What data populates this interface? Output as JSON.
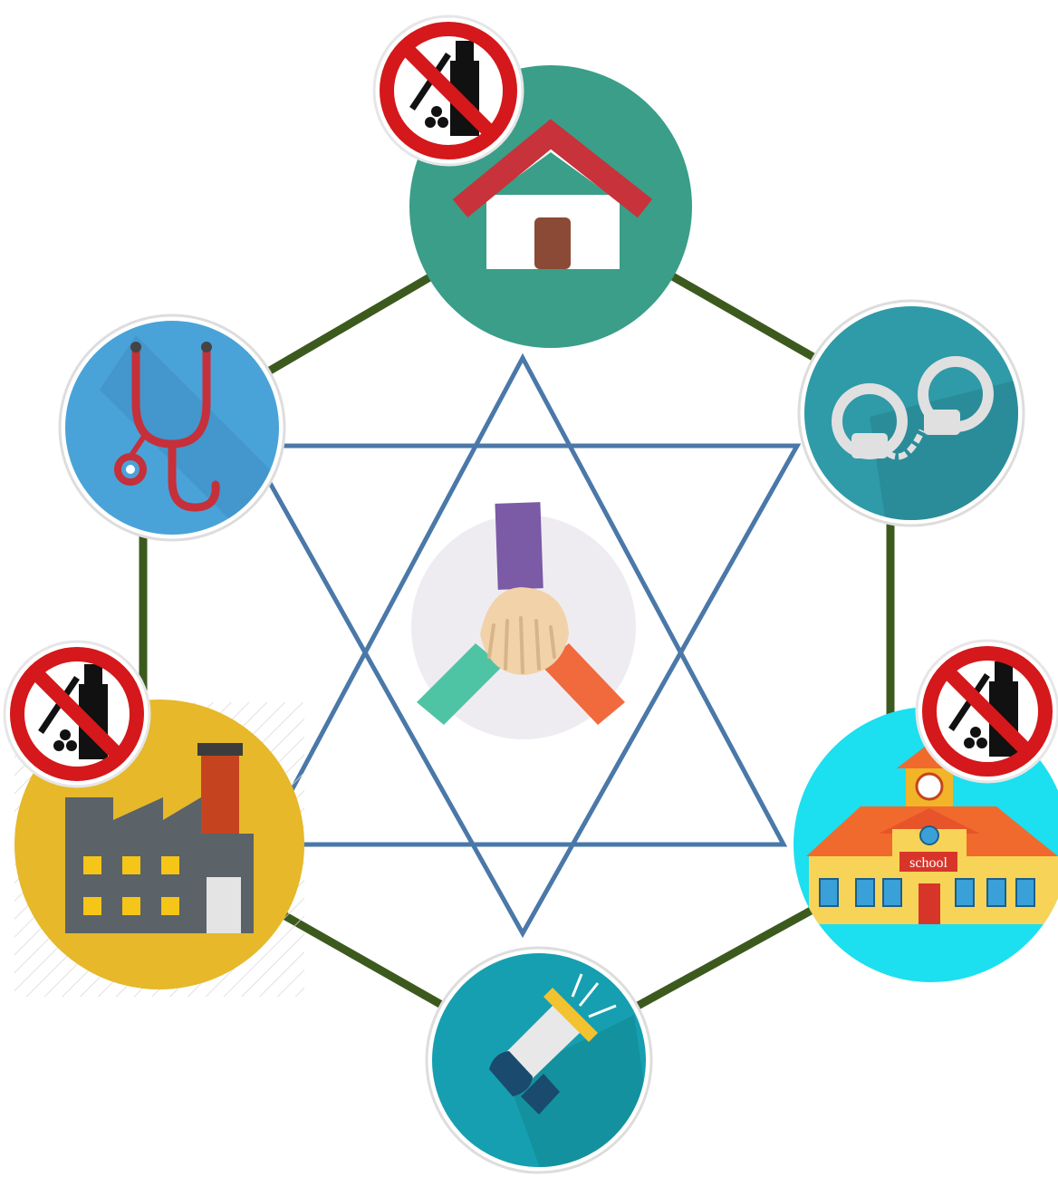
{
  "diagram": {
    "colors": {
      "hexagon_edge": "#3d5a1e",
      "star_line": "#4a78a8",
      "home_bg": "#3a9e88",
      "roof": "#c8323a",
      "medical_bg": "#4aa3d8",
      "police_bg": "#2f9aa8",
      "factory_bg": "#e6b82a",
      "school_bg": "#1cdff0",
      "megaphone_bg": "#169fb0",
      "center_bg": "#efecf1",
      "prohibition_red": "#d4181b"
    },
    "nodes": [
      {
        "id": "home",
        "icon": "house-icon",
        "prohibition": true
      },
      {
        "id": "police",
        "icon": "handcuffs-icon",
        "prohibition": false
      },
      {
        "id": "school",
        "icon": "school-building-icon",
        "prohibition": true,
        "sign_text": "school"
      },
      {
        "id": "media",
        "icon": "megaphone-icon",
        "prohibition": false
      },
      {
        "id": "workplace",
        "icon": "factory-icon",
        "prohibition": true
      },
      {
        "id": "health",
        "icon": "stethoscope-icon",
        "prohibition": false
      }
    ],
    "center": {
      "icon": "joined-hands-icon"
    },
    "prohibition_sign": {
      "icon": "no-drugs-alcohol-icon"
    }
  }
}
